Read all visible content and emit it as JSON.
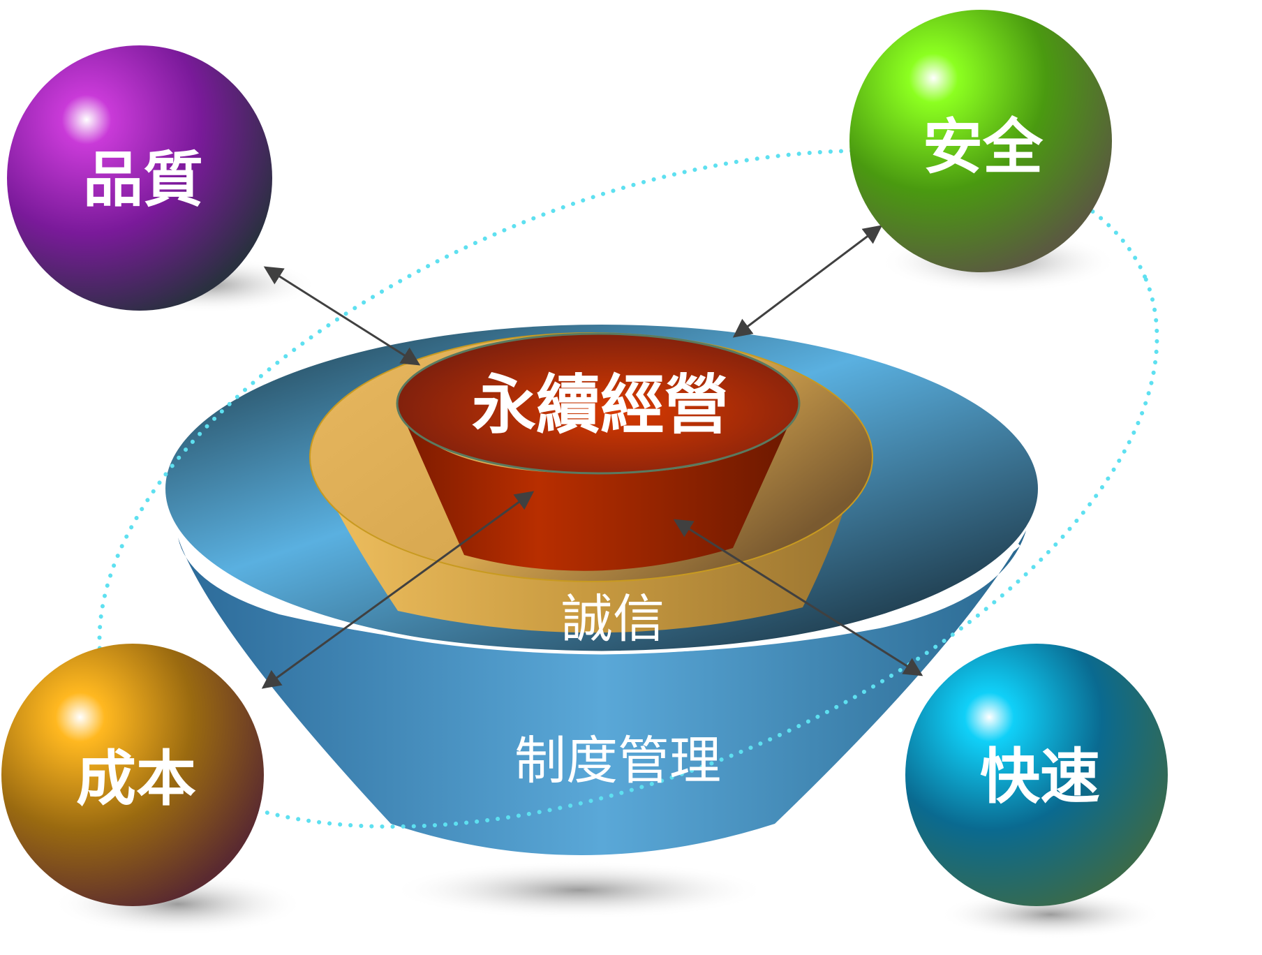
{
  "diagram": {
    "core_label": "永續經營",
    "middle_label": "誠信",
    "base_label": "制度管理",
    "spheres": {
      "quality": {
        "label": "品質",
        "color": "#a01fb8"
      },
      "safety": {
        "label": "安全",
        "color": "#5fc010"
      },
      "cost": {
        "label": "成本",
        "color": "#e0a000"
      },
      "speed": {
        "label": "快速",
        "color": "#00a8d8"
      }
    },
    "colors": {
      "base": "#4a8fc0",
      "middle": "#e0b050",
      "core": "#b82800",
      "orbit": "#5ee0f0",
      "arrow": "#404040"
    }
  }
}
